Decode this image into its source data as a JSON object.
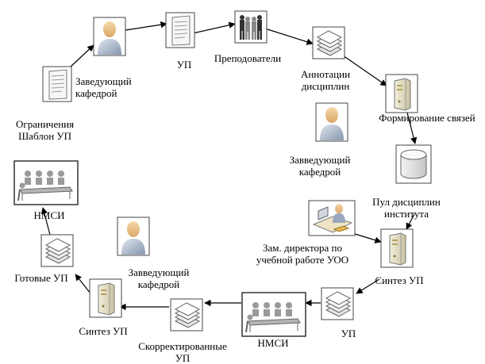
{
  "labels": {
    "up_top": "УП",
    "teachers": "Преподователи",
    "annotations": "Аннотации\nдисциплин",
    "head_top": "Заведующий\nкафедрой",
    "constraints": "Ограничения\nШаблон УП",
    "links": "Формирование связей",
    "head_right": "Завведующий\nкафедрой",
    "pool": "Пул дисциплин\nинститута",
    "nmsi_left": "НМСИ",
    "deputy": "Зам. директора по\nучебной работе УОО",
    "ready_up": "Готовые УП",
    "head_bottom": "Завведующий\nкафедрой",
    "synth_right": "Синтез УП",
    "synth_left": "Синтез УП",
    "corrected": "Скорректированные\nУП",
    "nmsi_bottom": "НМСИ",
    "up_bottom": "УП"
  },
  "icon_names": {
    "person": "person-icon",
    "group": "group-icon",
    "document": "document-icon",
    "stack": "document-stack-icon",
    "server": "server-icon",
    "database": "database-icon",
    "meeting": "meeting-icon",
    "desk": "desk-worker-icon"
  }
}
